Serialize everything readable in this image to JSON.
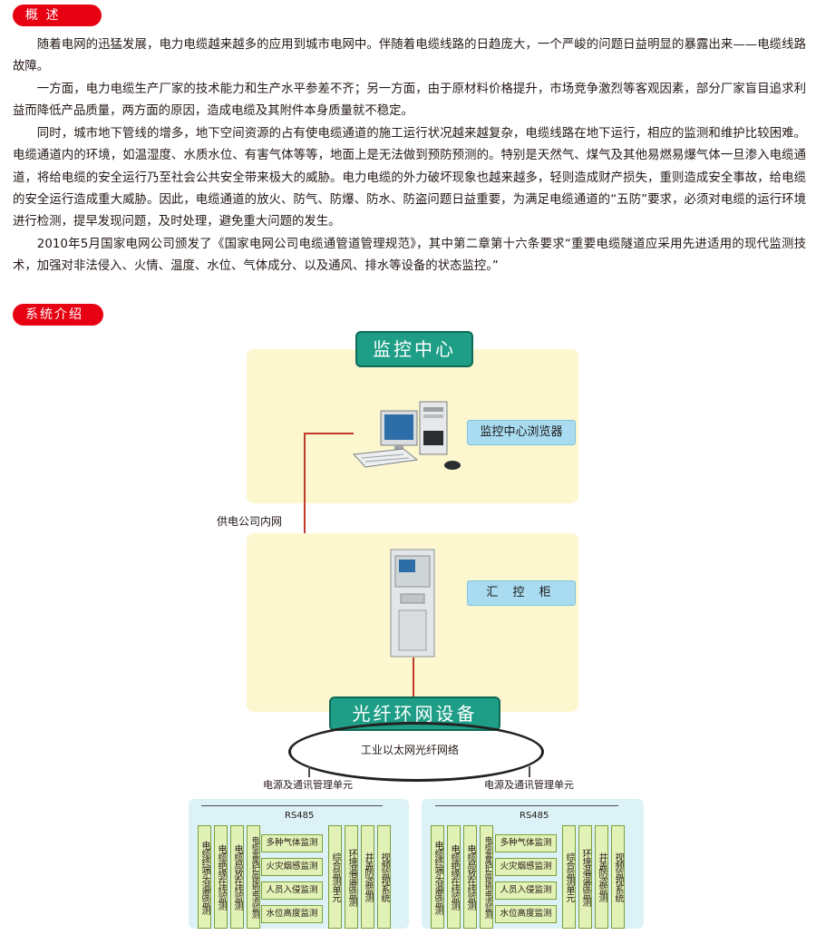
{
  "section1": {
    "title": "概 述",
    "paragraphs": [
      "随着电网的迅猛发展，电力电缆越来越多的应用到城市电网中。伴随着电缆线路的日趋庞大，一个严峻的问题日益明显的暴露出来——电缆线路故障。",
      "一方面，电力电缆生产厂家的技术能力和生产水平参差不齐；另一方面，由于原材料价格提升，市场竞争激烈等客观因素，部分厂家盲目追求利益而降低产品质量，两方面的原因，造成电缆及其附件本身质量就不稳定。",
      "同时，城市地下管线的增多，地下空间资源的占有使电缆通道的施工运行状况越来越复杂，电缆线路在地下运行，相应的监测和维护比较困难。电缆通道内的环境，如温湿度、水质水位、有害气体等等，地面上是无法做到预防预测的。特别是天然气、煤气及其他易燃易爆气体一旦渗入电缆通道，将给电缆的安全运行乃至社会公共安全带来极大的威胁。电力电缆的外力破坏现象也越来越多，轻则造成财产损失，重则造成安全事故，给电缆的安全运行造成重大威胁。因此，电缆通道的放火、防气、防爆、防水、防盗问题日益重要，为满足电缆通道的“五防”要求，必须对电缆的运行环境进行检测，提早发现问题，及时处理，避免重大问题的发生。",
      "2010年5月国家电网公司颁发了《国家电网公司电缆通管道管理规范》，其中第二章第十六条要求“重要电缆隧道应采用先进适用的现代监测技术，加强对非法侵入、火情、温度、水位、气体成分、以及通风、排水等设备的状态监控。”"
    ]
  },
  "section2": {
    "title": "系统介绍"
  },
  "diagram": {
    "monitor_center": "监控中心",
    "browser_label": "监控中心浏览器",
    "intranet_label": "供电公司内网",
    "cabinet_label": "汇 控 柜",
    "fiber_device": "光纤环网设备",
    "ring_label": "工业以太网光纤网络",
    "left_unit": {
      "title": "电源及通讯管理单元",
      "bus": "RS485",
      "verticals_a": [
        "电缆终端头温度监测",
        "电缆绝缘在线监测",
        "电缆局放在线监测",
        "电缆金属护层接地电流监测"
      ],
      "horizontals": [
        "多种气体监测",
        "火灾烟感监测",
        "人员入侵监测",
        "水位高度监测"
      ],
      "verticals_b": [
        "综合监测单元",
        "环境温湿度监测",
        "井盖防盗监测",
        "视频监视系统"
      ]
    },
    "right_unit": {
      "title": "电源及通讯管理单元",
      "bus": "RS485",
      "verticals_a": [
        "电缆终端头温度监测",
        "电缆绝缘在线监测",
        "电缆局放在线监测",
        "电缆金属护层接地电流监测"
      ],
      "horizontals": [
        "多种气体监测",
        "火灾烟感监测",
        "人员入侵监测",
        "水位高度监测"
      ],
      "verticals_b": [
        "综合监测单元",
        "环境温湿度监测",
        "井盖防盗监测",
        "视频监视系统"
      ]
    },
    "colors": {
      "accent_red": "#e60012",
      "panel": "#fdf7d0",
      "teal": "#1e9e86",
      "box_blue": "#a9dcf0",
      "box_green": "#e2f1b6",
      "sub_bg": "#dcf2f6",
      "link_red": "#c0392b"
    }
  }
}
